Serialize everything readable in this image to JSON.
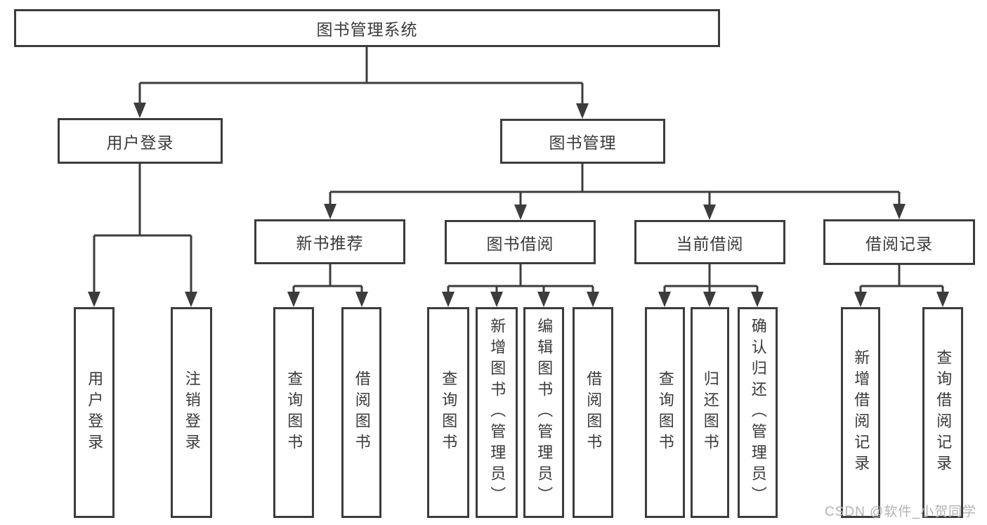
{
  "diagram_type": "hierarchy-tree",
  "tree": {
    "label": "图书管理系统",
    "children": [
      {
        "label": "用户登录",
        "children": [
          {
            "label": "用户登录"
          },
          {
            "label": "注销登录"
          }
        ]
      },
      {
        "label": "图书管理",
        "children": [
          {
            "label": "新书推荐",
            "children": [
              {
                "label": "查询图书"
              },
              {
                "label": "借阅图书"
              }
            ]
          },
          {
            "label": "图书借阅",
            "children": [
              {
                "label": "查询图书"
              },
              {
                "label": "新增图书（管理员）"
              },
              {
                "label": "编辑图书（管理员）"
              },
              {
                "label": "借阅图书"
              }
            ]
          },
          {
            "label": "当前借阅",
            "children": [
              {
                "label": "查询图书"
              },
              {
                "label": "归还图书"
              },
              {
                "label": "确认归还（管理员）"
              }
            ]
          },
          {
            "label": "借阅记录",
            "children": [
              {
                "label": "新增借阅记录"
              },
              {
                "label": "查询借阅记录"
              }
            ]
          }
        ]
      }
    ]
  },
  "watermark": "CSDN @软件_小贺同学",
  "colors": {
    "line": "#3c3c3c",
    "text": "#3a3a3a",
    "watermark": "#b3b3b3",
    "background": "#ffffff"
  }
}
